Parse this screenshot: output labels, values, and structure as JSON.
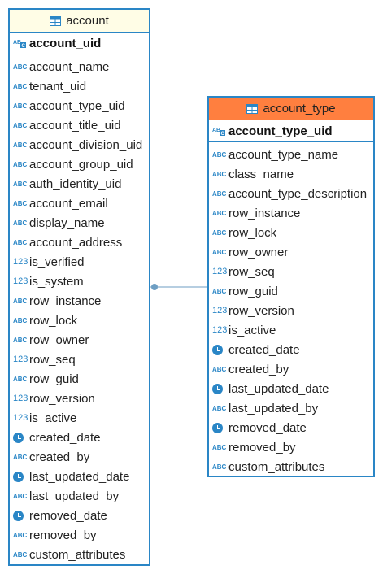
{
  "colors": {
    "border": "#2a86c6",
    "header_account": "#fffde6",
    "header_account_type": "#ff7f3f",
    "icon": "#2a86c6",
    "line": "#6d9ec3"
  },
  "entities": [
    {
      "name": "account",
      "primary_key": "account_uid",
      "columns": [
        {
          "name": "account_name",
          "type": "string"
        },
        {
          "name": "tenant_uid",
          "type": "string"
        },
        {
          "name": "account_type_uid",
          "type": "string"
        },
        {
          "name": "account_title_uid",
          "type": "string"
        },
        {
          "name": "account_division_uid",
          "type": "string"
        },
        {
          "name": "account_group_uid",
          "type": "string"
        },
        {
          "name": "auth_identity_uid",
          "type": "string"
        },
        {
          "name": "account_email",
          "type": "string"
        },
        {
          "name": "display_name",
          "type": "string"
        },
        {
          "name": "account_address",
          "type": "string"
        },
        {
          "name": "is_verified",
          "type": "number"
        },
        {
          "name": "is_system",
          "type": "number"
        },
        {
          "name": "row_instance",
          "type": "string"
        },
        {
          "name": "row_lock",
          "type": "string"
        },
        {
          "name": "row_owner",
          "type": "string"
        },
        {
          "name": "row_seq",
          "type": "number"
        },
        {
          "name": "row_guid",
          "type": "string"
        },
        {
          "name": "row_version",
          "type": "number"
        },
        {
          "name": "is_active",
          "type": "number"
        },
        {
          "name": "created_date",
          "type": "timestamp"
        },
        {
          "name": "created_by",
          "type": "string"
        },
        {
          "name": "last_updated_date",
          "type": "timestamp"
        },
        {
          "name": "last_updated_by",
          "type": "string"
        },
        {
          "name": "removed_date",
          "type": "timestamp"
        },
        {
          "name": "removed_by",
          "type": "string"
        },
        {
          "name": "custom_attributes",
          "type": "string"
        }
      ]
    },
    {
      "name": "account_type",
      "primary_key": "account_type_uid",
      "columns": [
        {
          "name": "account_type_name",
          "type": "string"
        },
        {
          "name": "class_name",
          "type": "string"
        },
        {
          "name": "account_type_description",
          "type": "string"
        },
        {
          "name": "row_instance",
          "type": "string"
        },
        {
          "name": "row_lock",
          "type": "string"
        },
        {
          "name": "row_owner",
          "type": "string"
        },
        {
          "name": "row_seq",
          "type": "number"
        },
        {
          "name": "row_guid",
          "type": "string"
        },
        {
          "name": "row_version",
          "type": "number"
        },
        {
          "name": "is_active",
          "type": "number"
        },
        {
          "name": "created_date",
          "type": "timestamp"
        },
        {
          "name": "created_by",
          "type": "string"
        },
        {
          "name": "last_updated_date",
          "type": "timestamp"
        },
        {
          "name": "last_updated_by",
          "type": "string"
        },
        {
          "name": "removed_date",
          "type": "timestamp"
        },
        {
          "name": "removed_by",
          "type": "string"
        },
        {
          "name": "custom_attributes",
          "type": "string"
        }
      ]
    }
  ],
  "type_icons": {
    "string": "ABC",
    "number": "123",
    "timestamp": "clock-icon"
  },
  "relationship": {
    "from": "account",
    "to": "account_type"
  }
}
